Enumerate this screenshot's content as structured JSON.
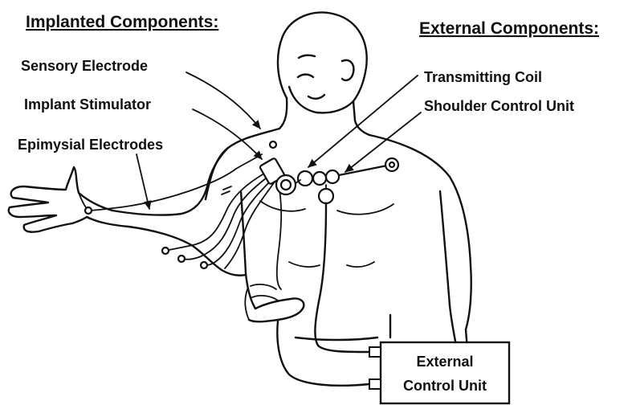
{
  "headings": {
    "implanted": "Implanted Components:",
    "external": "External Components:"
  },
  "labels": {
    "sensory_electrode": "Sensory Electrode",
    "implant_stimulator": "Implant Stimulator",
    "epimysial_electrodes": "Epimysial Electrodes",
    "transmitting_coil": "Transmitting Coil",
    "shoulder_control_unit": "Shoulder Control Unit"
  },
  "control_box": {
    "line1": "External",
    "line2": "Control Unit"
  }
}
